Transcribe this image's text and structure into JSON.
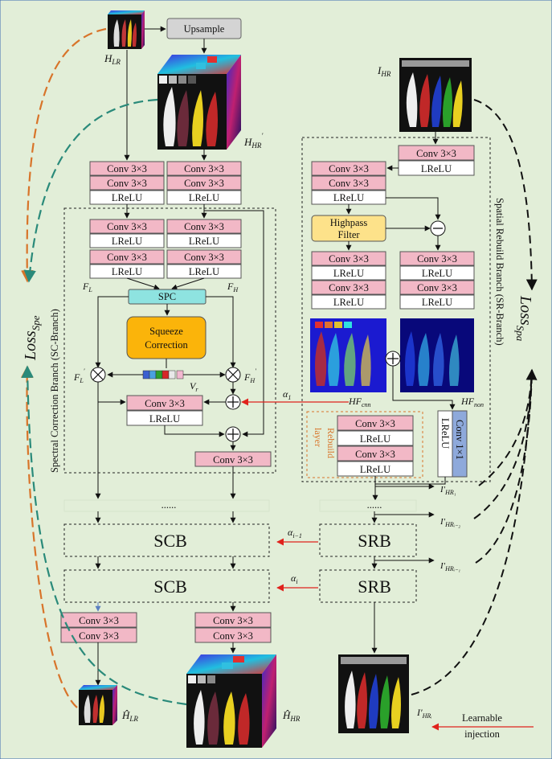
{
  "labels": {
    "upsample": "Upsample",
    "conv": "Conv 3×3",
    "lrelu": "LReLU",
    "conv1": "Conv 1×1",
    "spc": "SPC",
    "squeeze1": "Squeeze",
    "squeeze2": "Correction",
    "highpass1": "Highpass",
    "highpass2": "Filter",
    "rebuild1": "Rebuild",
    "rebuild2": "layer",
    "scb": "SCB",
    "srb": "SRB",
    "dots": "......",
    "sc_branch": "Spectral Correction Branch (SC-Branch)",
    "sr_branch": "Spatial Rebuild Branch (SR-Branch)",
    "learnable1": "Learnable",
    "learnable2": "injection",
    "h_lr": "H",
    "h_lr_sub": "LR",
    "h_hr": "H",
    "h_hr_sub": "HR",
    "i_hr": "I",
    "i_hr_sub": "HR",
    "loss_spe": "Loss",
    "loss_spe_sub": "Spe",
    "loss_spa": "Loss",
    "loss_spa_sub": "Spa",
    "f_l1": "F",
    "f_l1_sub": "L",
    "f_h1": "F",
    "f_h1_sub": "H",
    "f_l": "F",
    "f_l_sub": "L",
    "f_h": "F",
    "f_h_sub": "H",
    "v_r": "V",
    "v_r_sub": "r",
    "alpha1": "α",
    "alpha1_sub": "1",
    "alpha_i1": "α",
    "alpha_i1_sub": "i−1",
    "alpha_i": "α",
    "alpha_i_sub": "i",
    "hf_cnn": "HF",
    "hf_cnn_sub": "cnn",
    "hf_non": "HF",
    "hf_non_sub": "non",
    "i1": "I′",
    "i1_sub": "HR₁",
    "ii2": "I′",
    "ii2_sub": "HRᵢ₋₂",
    "ii1": "I′",
    "ii1_sub": "HRᵢ₋₁",
    "ii": "I′",
    "ii_sub": "HRᵢ",
    "out_lr": "Ĥ",
    "out_lr_sub": "LR",
    "out_hr": "Ĥ",
    "out_hr_sub": "HR"
  },
  "colors": {
    "background": "#e2eed8",
    "conv": "#f2b8c6",
    "spc": "#8ee3e0",
    "squeeze": "#fbb40a",
    "highpass": "#fde28a",
    "conv1x1": "#8ea9db",
    "loss_orange": "#d8742a",
    "loss_teal": "#2a8a7a",
    "injection_red": "#e0221c"
  }
}
